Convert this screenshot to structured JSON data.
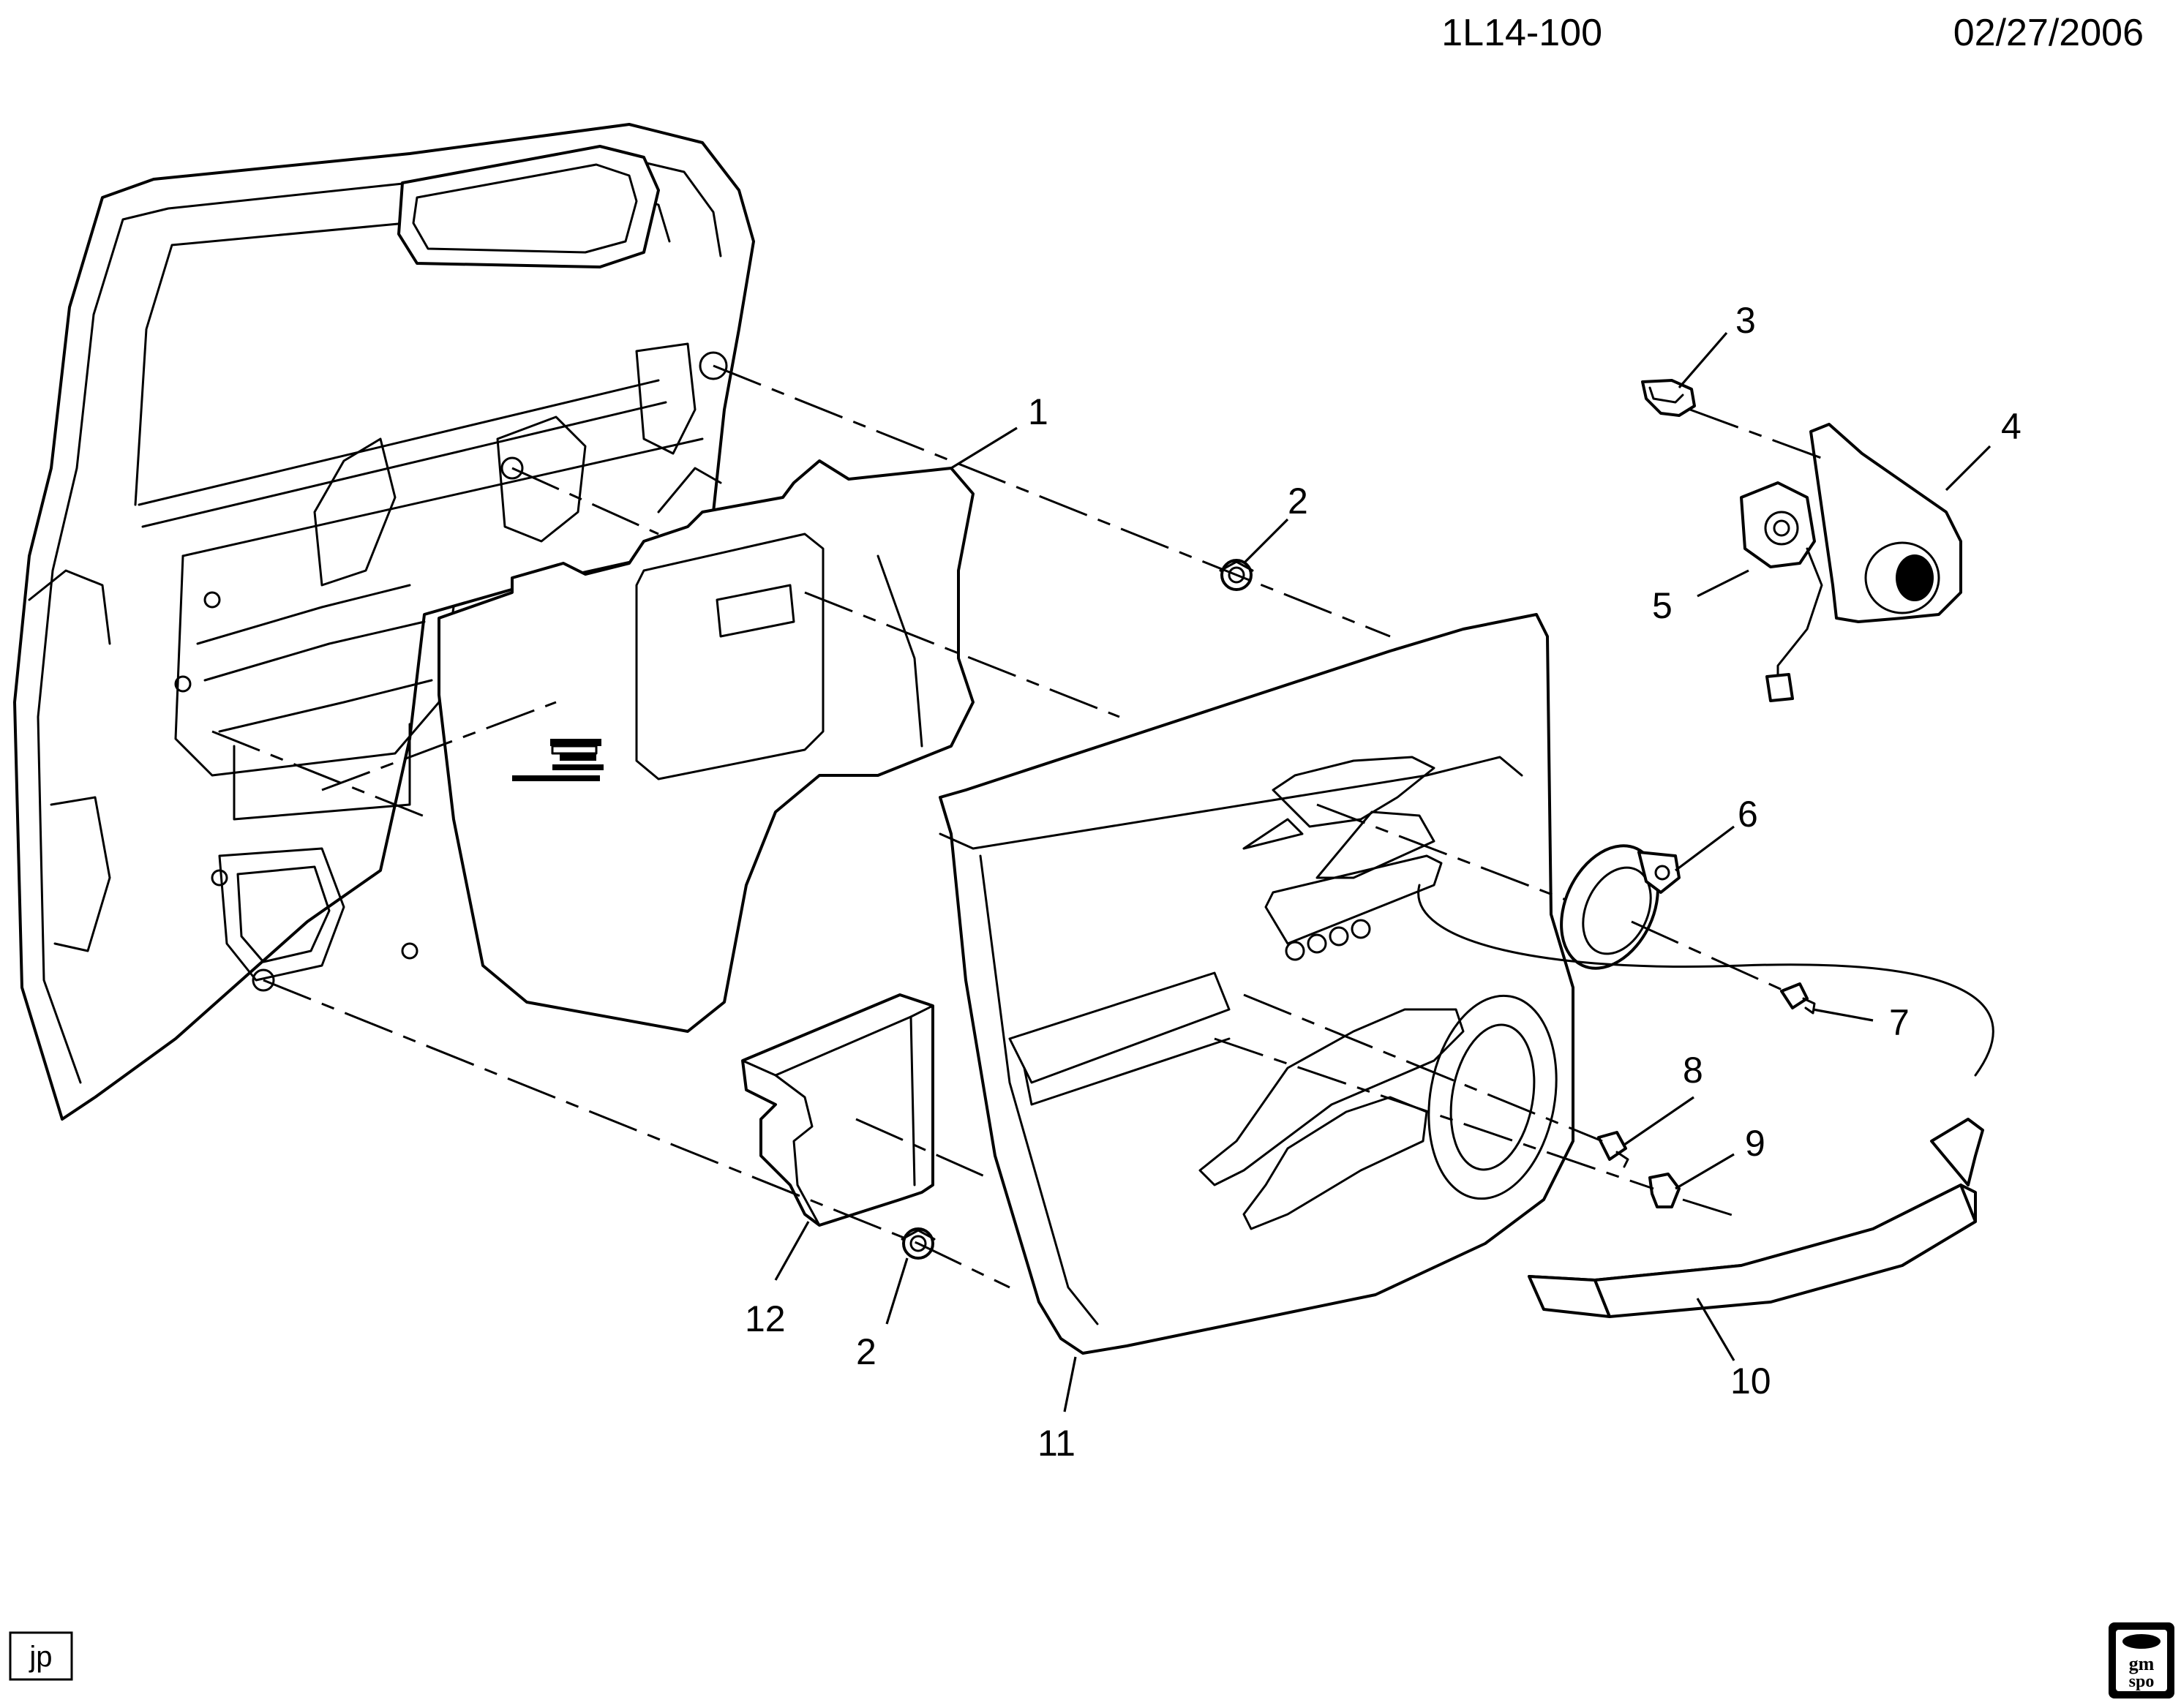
{
  "header": {
    "diagram_code": "1L14-100",
    "date": "02/27/2006"
  },
  "footer": {
    "author_initials": "jp",
    "logo_line1": "gm",
    "logo_line2": "spo"
  },
  "callouts": {
    "c1": "1",
    "c2a": "2",
    "c2b": "2",
    "c3": "3",
    "c4": "4",
    "c5": "5",
    "c6": "6",
    "c7": "7",
    "c8": "8",
    "c9": "9",
    "c10": "10",
    "c11": "11",
    "c12": "12"
  }
}
